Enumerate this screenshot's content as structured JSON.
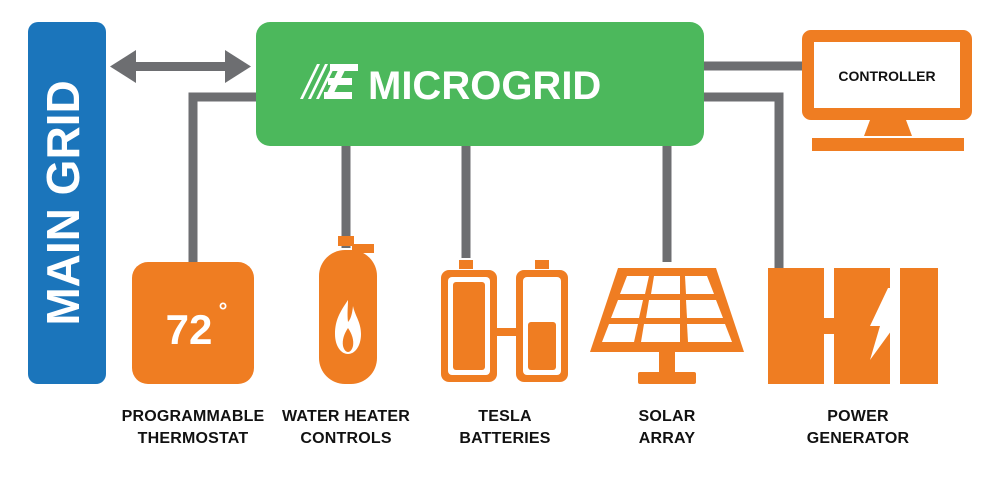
{
  "colors": {
    "main_grid": "#1b75bb",
    "microgrid": "#4cb85c",
    "device": "#ef7d22",
    "connector": "#6d6e71",
    "text_on_color": "#ffffff",
    "caption": "#111111"
  },
  "main_grid": {
    "label": "MAIN GRID"
  },
  "microgrid": {
    "label": "MICROGRID",
    "logo_icon": "ae-logo-icon"
  },
  "controller": {
    "label": "CONTROLLER",
    "icon": "computer-monitor-icon"
  },
  "devices": [
    {
      "id": "thermostat",
      "icon": "thermostat-icon",
      "display_value": "72",
      "display_unit": "°",
      "caption_lines": [
        "PROGRAMMABLE",
        "THERMOSTAT"
      ]
    },
    {
      "id": "water-heater",
      "icon": "water-heater-icon",
      "caption_lines": [
        "WATER HEATER",
        "CONTROLS"
      ]
    },
    {
      "id": "batteries",
      "icon": "battery-icon",
      "caption_lines": [
        "TESLA",
        "BATTERIES"
      ]
    },
    {
      "id": "solar",
      "icon": "solar-panel-icon",
      "caption_lines": [
        "SOLAR",
        "ARRAY"
      ]
    },
    {
      "id": "generator",
      "icon": "generator-icon",
      "caption_lines": [
        "POWER",
        "GENERATOR"
      ]
    }
  ]
}
